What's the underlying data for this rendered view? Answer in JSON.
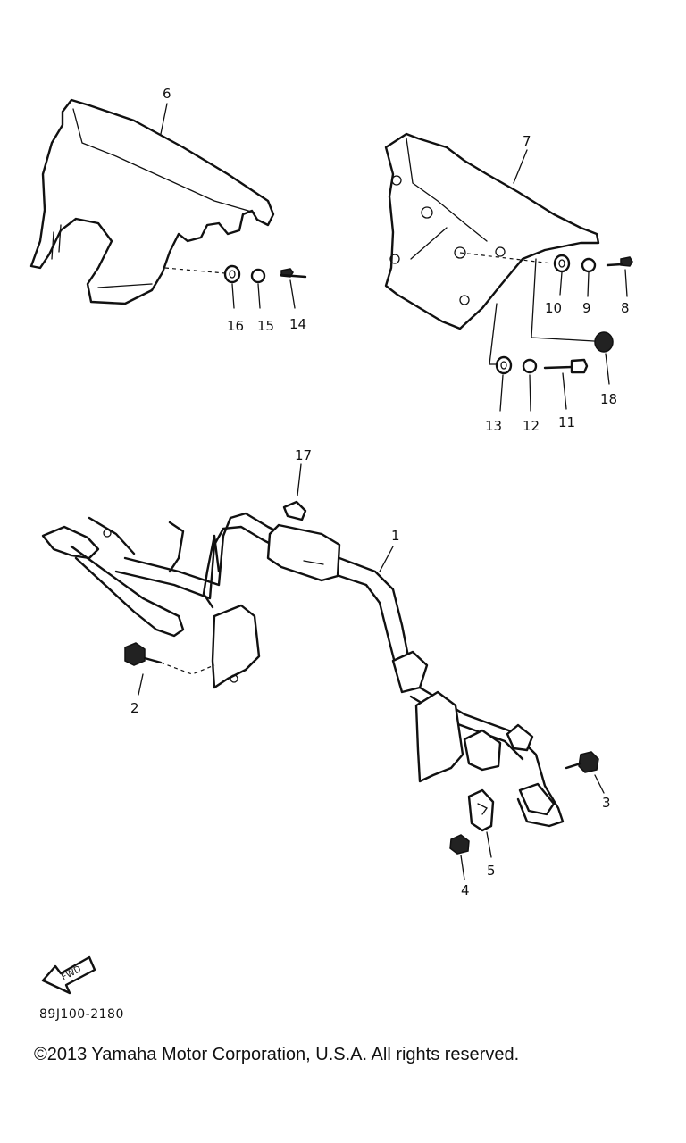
{
  "diagram": {
    "part_numbers": [
      "1",
      "2",
      "3",
      "4",
      "5",
      "6",
      "7",
      "8",
      "9",
      "10",
      "11",
      "12",
      "13",
      "14",
      "15",
      "16",
      "17",
      "18"
    ],
    "fwd_label": "FWD",
    "drawing_code": "89J100-2180"
  },
  "footer": {
    "copyright": "©2013 Yamaha Motor Corporation, U.S.A. All rights reserved."
  }
}
